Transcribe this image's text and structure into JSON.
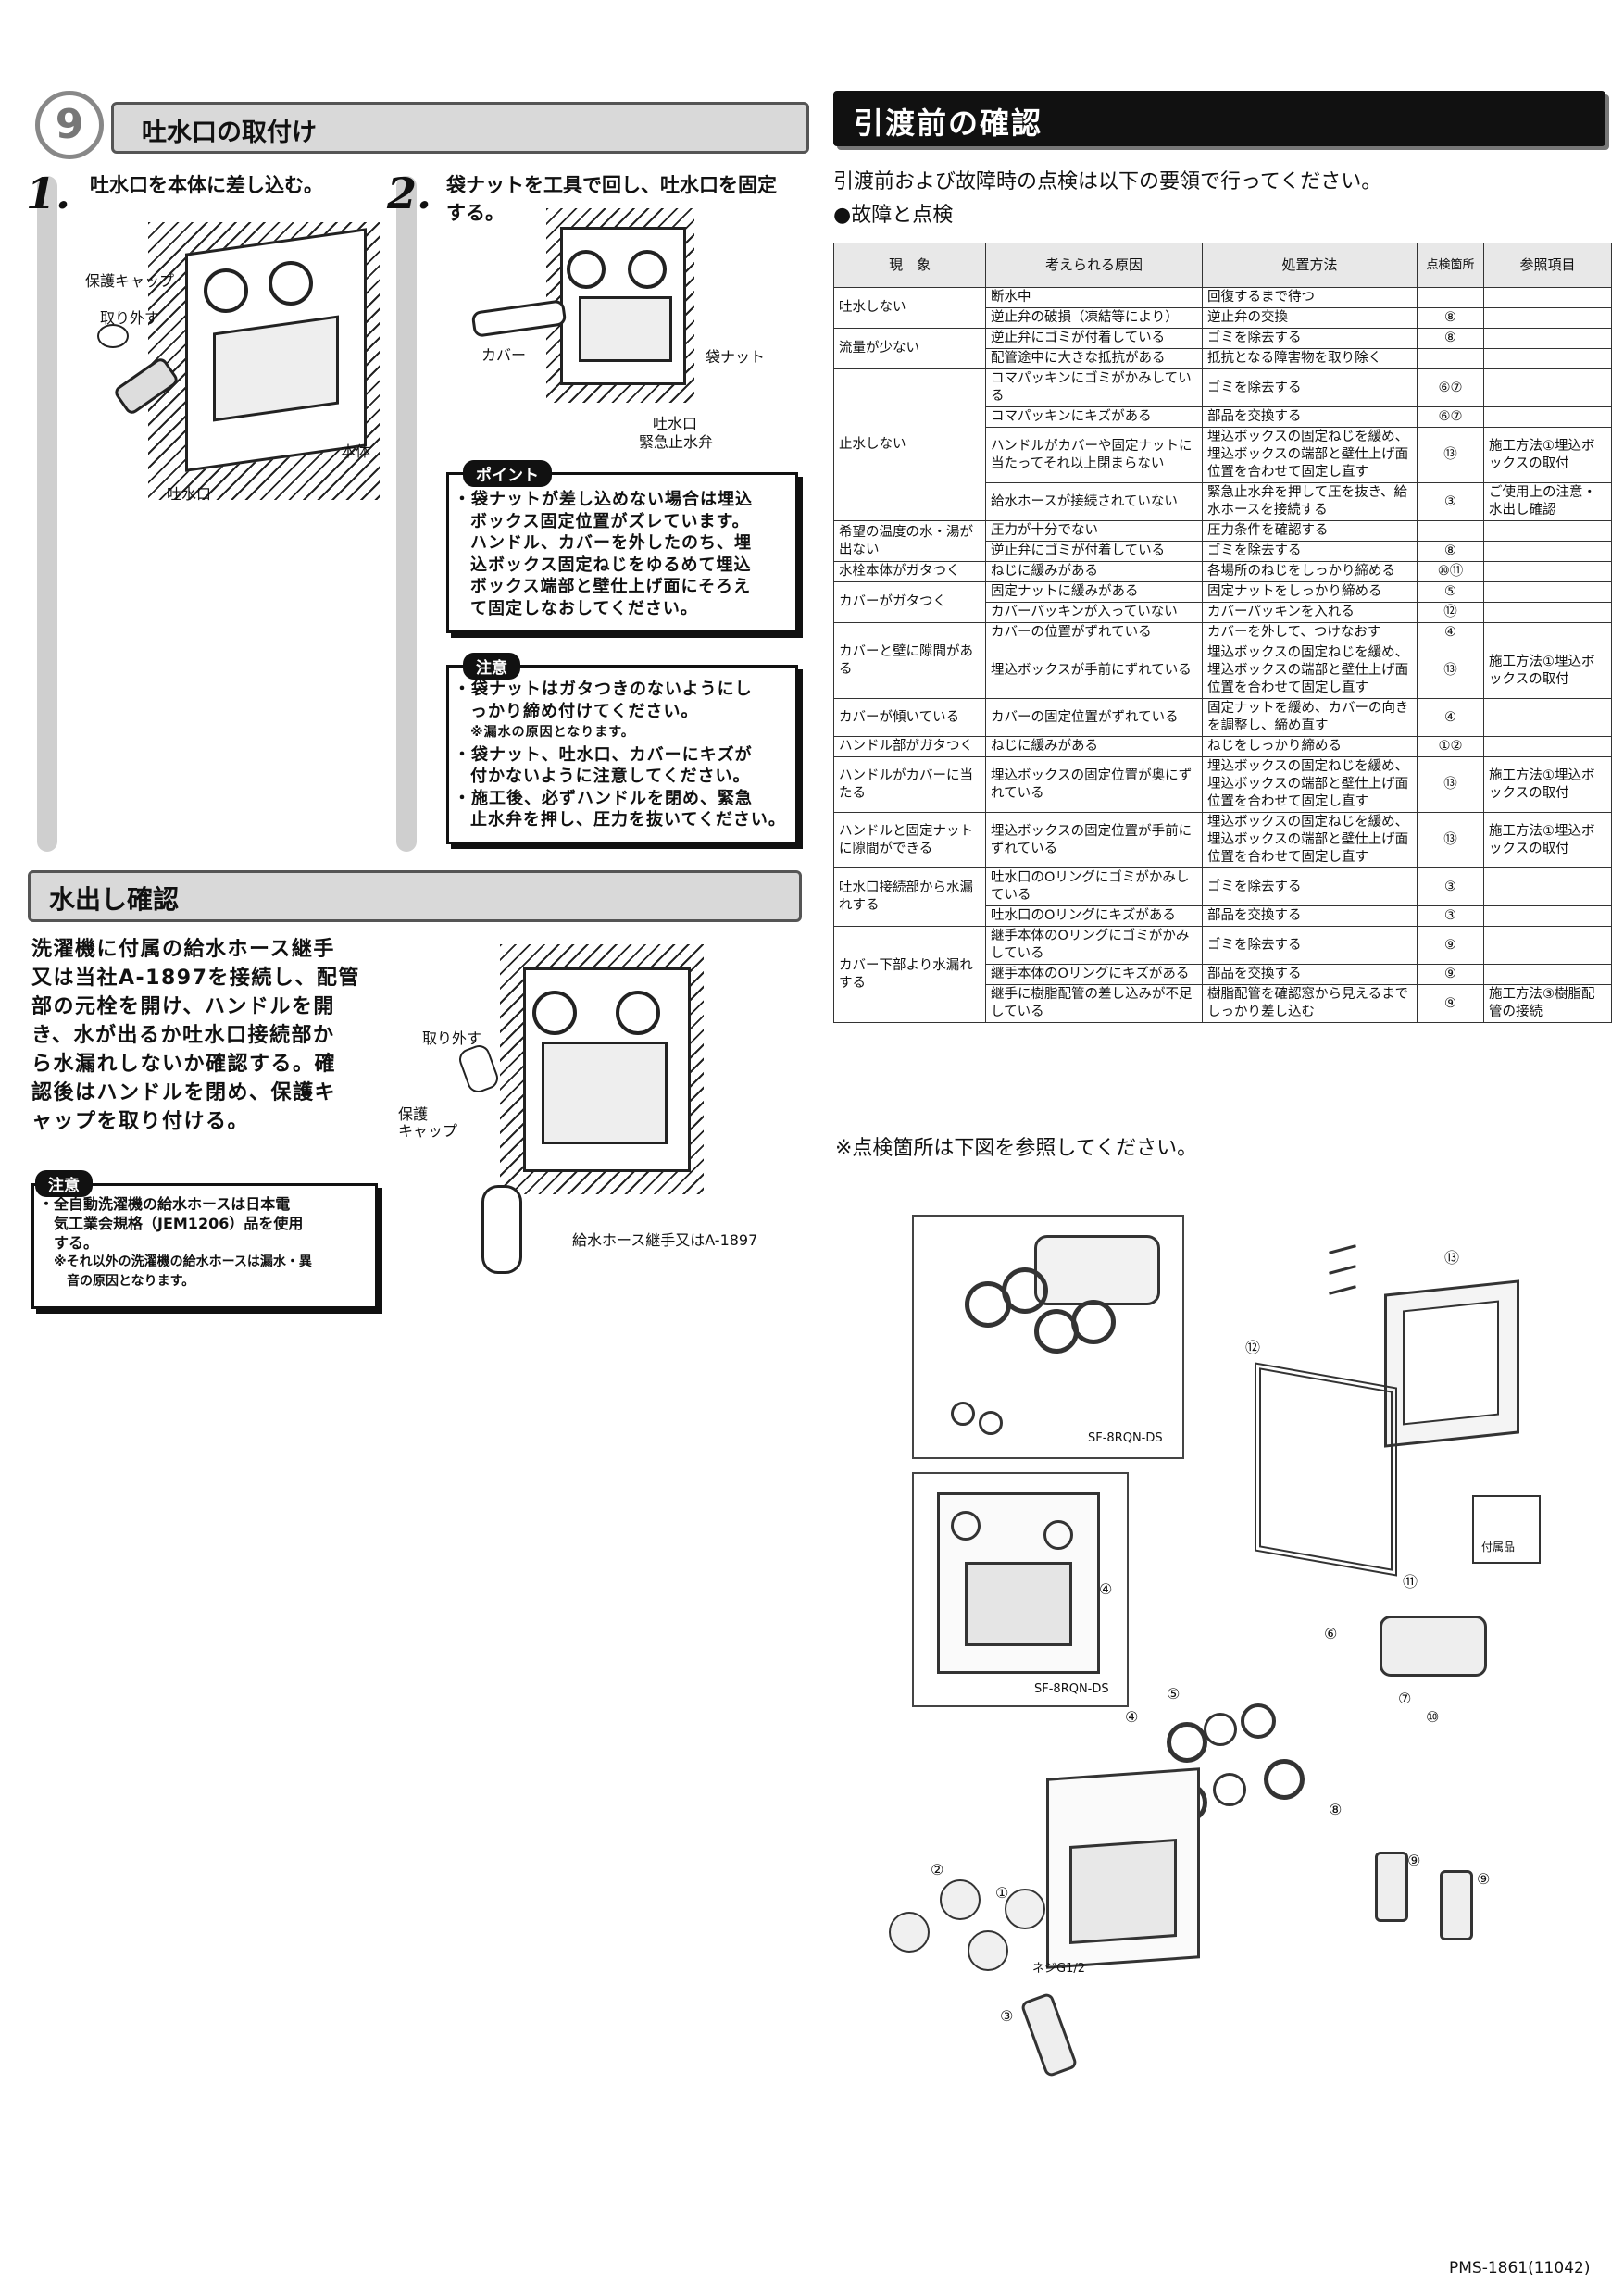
{
  "section9": {
    "number": "9",
    "title": "吐水口の取付け",
    "step1": {
      "num": "1.",
      "text": "吐水口を本体に差し込む。",
      "labels": {
        "cap": "保護キャップ",
        "remove": "取り外す",
        "body": "本体",
        "spout": "吐水口"
      }
    },
    "step2": {
      "num": "2.",
      "text_line1": "袋ナットを工具で回し、吐水口を固定",
      "text_line2": "する。",
      "labels": {
        "cover": "カバー",
        "nut": "袋ナット",
        "spout": "吐水口",
        "valve": "緊急止水弁"
      }
    },
    "point": {
      "tag": "ポイント",
      "lines": [
        "・袋ナットが差し込めない場合は埋込",
        "ボックス固定位置がズレています。",
        "ハンドル、カバーを外したのち、埋",
        "込ボックス固定ねじをゆるめて埋込",
        "ボックス端部と壁仕上げ面にそろえ",
        "て固定しなおしてください。"
      ]
    },
    "caution": {
      "tag": "注意",
      "lines": [
        "・袋ナットはガタつきのないようにし",
        "っかり締め付けてください。"
      ],
      "sub": "※漏水の原因となります。",
      "lines2": [
        "・袋ナット、吐水口、カバーにキズが",
        "付かないように注意してください。",
        "・施工後、必ずハンドルを閉め、緊急",
        "止水弁を押し、圧力を抜いてください。"
      ]
    }
  },
  "water": {
    "title": "水出し確認",
    "lines": [
      "洗濯機に付属の給水ホース継手",
      "又は当社A-1897を接続し、配管",
      "部の元栓を開け、ハンドルを開",
      "き、水が出るか吐水口接続部か",
      "ら水漏れしないか確認する。確",
      "認後はハンドルを閉め、保護キ",
      "ャップを取り付ける。"
    ],
    "labels": {
      "remove": "取り外す",
      "cap1": "保護",
      "cap2": "キャップ",
      "hose": "給水ホース継手又はA-1897"
    },
    "caution": {
      "tag": "注意",
      "lines": [
        "・全自動洗濯機の給水ホースは日本電",
        "気工業会規格（JEM1206）品を使用",
        "する。"
      ],
      "sub": [
        "※それ以外の洗濯機の給水ホースは漏水・異",
        "音の原因となります。"
      ]
    }
  },
  "handover": {
    "title": "引渡前の確認",
    "intro": "引渡前および故障時の点検は以下の要領で行ってください。",
    "subhead": "●故障と点検",
    "headers": [
      "現　象",
      "考えられる原因",
      "処置方法",
      "点検箇所",
      "参照項目"
    ],
    "rows": [
      {
        "p": "吐水しない",
        "c": "断水中",
        "r": "回復するまで待つ",
        "n": "",
        "ref": ""
      },
      {
        "c": "逆止弁の破損（凍結等により）",
        "r": "逆止弁の交換",
        "n": "⑧",
        "ref": ""
      },
      {
        "p": "流量が少ない",
        "c": "逆止弁にゴミが付着している",
        "r": "ゴミを除去する",
        "n": "⑧",
        "ref": ""
      },
      {
        "c": "配管途中に大きな抵抗がある",
        "r": "抵抗となる障害物を取り除く",
        "n": "",
        "ref": ""
      },
      {
        "p": "止水しない",
        "c": "コマパッキンにゴミがかみしている",
        "r": "ゴミを除去する",
        "n": "⑥⑦",
        "ref": ""
      },
      {
        "c": "コマパッキンにキズがある",
        "r": "部品を交換する",
        "n": "⑥⑦",
        "ref": ""
      },
      {
        "c": "ハンドルがカバーや固定ナットに当たってそれ以上閉まらない",
        "r": "埋込ボックスの固定ねじを緩め、埋込ボックスの端部と壁仕上げ面位置を合わせて固定し直す",
        "n": "⑬",
        "ref": "施工方法①埋込ボックスの取付"
      },
      {
        "c": "給水ホースが接続されていない",
        "r": "緊急止水弁を押して圧を抜き、給水ホースを接続する",
        "n": "③",
        "ref": "ご使用上の注意・水出し確認"
      },
      {
        "p": "希望の温度の水・湯が出ない",
        "c": "圧力が十分でない",
        "r": "圧力条件を確認する",
        "n": "",
        "ref": ""
      },
      {
        "c": "逆止弁にゴミが付着している",
        "r": "ゴミを除去する",
        "n": "⑧",
        "ref": ""
      },
      {
        "p": "水栓本体がガタつく",
        "c": "ねじに緩みがある",
        "r": "各場所のねじをしっかり締める",
        "n": "⑩⑪",
        "ref": ""
      },
      {
        "p": "カバーがガタつく",
        "c": "固定ナットに緩みがある",
        "r": "固定ナットをしっかり締める",
        "n": "⑤",
        "ref": ""
      },
      {
        "c": "カバーパッキンが入っていない",
        "r": "カバーパッキンを入れる",
        "n": "⑫",
        "ref": ""
      },
      {
        "p": "カバーと壁に隙間がある",
        "c": "カバーの位置がずれている",
        "r": "カバーを外して、つけなおす",
        "n": "④",
        "ref": ""
      },
      {
        "c": "埋込ボックスが手前にずれている",
        "r": "埋込ボックスの固定ねじを緩め、埋込ボックスの端部と壁仕上げ面位置を合わせて固定し直す",
        "n": "⑬",
        "ref": "施工方法①埋込ボックスの取付"
      },
      {
        "p": "カバーが傾いている",
        "c": "カバーの固定位置がずれている",
        "r": "固定ナットを緩め、カバーの向きを調整し、締め直す",
        "n": "④",
        "ref": ""
      },
      {
        "p": "ハンドル部がガタつく",
        "c": "ねじに緩みがある",
        "r": "ねじをしっかり締める",
        "n": "①②",
        "ref": ""
      },
      {
        "p": "ハンドルがカバーに当たる",
        "c": "埋込ボックスの固定位置が奥にずれている",
        "r": "埋込ボックスの固定ねじを緩め、埋込ボックスの端部と壁仕上げ面位置を合わせて固定し直す",
        "n": "⑬",
        "ref": "施工方法①埋込ボックスの取付"
      },
      {
        "p": "ハンドルと固定ナットに隙間ができる",
        "c": "埋込ボックスの固定位置が手前にずれている",
        "r": "埋込ボックスの固定ねじを緩め、埋込ボックスの端部と壁仕上げ面位置を合わせて固定し直す",
        "n": "⑬",
        "ref": "施工方法①埋込ボックスの取付"
      },
      {
        "p": "吐水口接続部から水漏れする",
        "c": "吐水口のOリングにゴミがかみしている",
        "r": "ゴミを除去する",
        "n": "③",
        "ref": ""
      },
      {
        "c": "吐水口のOリングにキズがある",
        "r": "部品を交換する",
        "n": "③",
        "ref": ""
      },
      {
        "p": "カバー下部より水漏れする",
        "c": "継手本体のOリングにゴミがかみしている",
        "r": "ゴミを除去する",
        "n": "⑨",
        "ref": ""
      },
      {
        "c": "継手本体のOリングにキズがある",
        "r": "部品を交換する",
        "n": "⑨",
        "ref": ""
      },
      {
        "c": "継手に樹脂配管の差し込みが不足している",
        "r": "樹脂配管を確認窓から見えるまでしっかり差し込む",
        "n": "⑨",
        "ref": "施工方法③樹脂配管の接続"
      }
    ],
    "note": "※点検箇所は下図を参照してください。"
  },
  "diagram": {
    "model1": "SF-8RQN-DS",
    "model2": "SF-8RQN-DS",
    "accessory": "付属品",
    "thread": "ネジG1/2",
    "nums": {
      "n1": "①",
      "n2": "②",
      "n3": "③",
      "n4": "④",
      "n5": "⑤",
      "n6": "⑥",
      "n7": "⑦",
      "n8": "⑧",
      "n9": "⑨",
      "n10": "⑩",
      "n11": "⑪",
      "n12": "⑫",
      "n13": "⑬"
    }
  },
  "footer": {
    "code": "PMS-1861(11042)"
  }
}
